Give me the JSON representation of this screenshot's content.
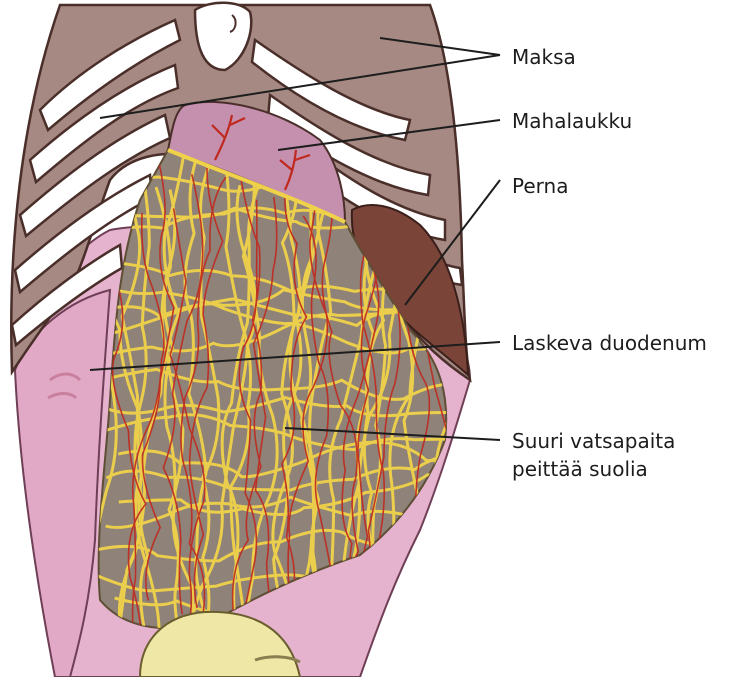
{
  "labels": {
    "liver": "Maksa",
    "stomach": "Mahalaukku",
    "spleen": "Perna",
    "duodenum": "Laskeva duodenum",
    "omentum_line1": "Suuri vatsapaita",
    "omentum_line2": "peittää suolia"
  },
  "colors": {
    "liver": "#a58982",
    "rib_outline": "#4a2e2a",
    "stomach": "#c58fae",
    "spleen": "#7b4438",
    "peritoneum": "#e6b3cf",
    "omentum_base": "#8e8279",
    "fat_vessels": "#f0d24a",
    "blood_vessels": "#c0291e",
    "bladder": "#efe7a6"
  }
}
